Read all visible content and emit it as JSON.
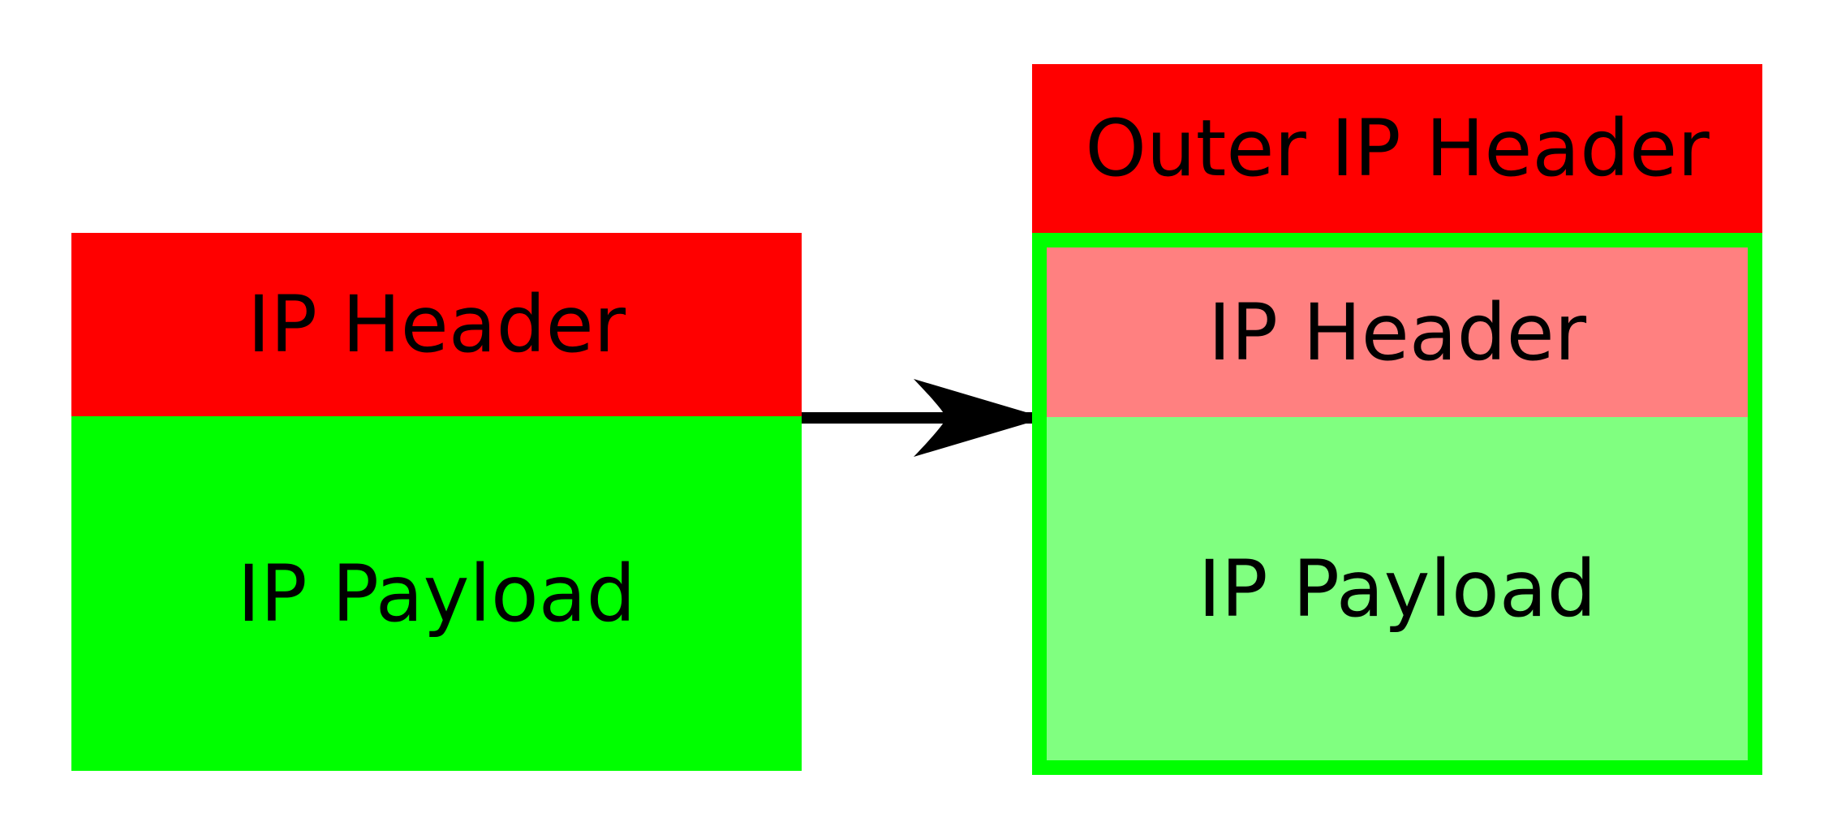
{
  "colors": {
    "header_red": "#ff0000",
    "payload_green": "#00ff00",
    "inner_header_pink": "#ff8080",
    "inner_payload_light_green": "#80ff80",
    "arrow_black": "#000000",
    "background_white": "#ffffff"
  },
  "original_packet": {
    "header_label": "IP Header",
    "payload_label": "IP Payload"
  },
  "encapsulated_packet": {
    "outer_header_label": "Outer IP Header",
    "inner_header_label": "IP Header",
    "inner_payload_label": "IP Payload"
  }
}
